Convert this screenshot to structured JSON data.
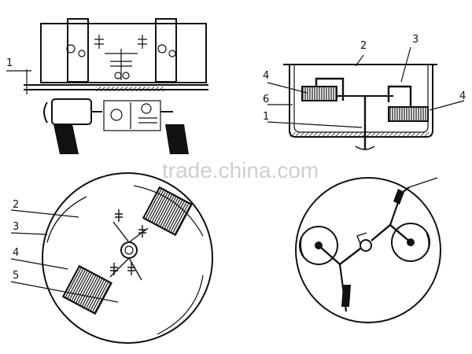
{
  "watermark": "trade.china.com",
  "views": {
    "front_elevation": {
      "callouts": [
        "1"
      ]
    },
    "section": {
      "callouts": [
        "2",
        "3",
        "4",
        "6",
        "1",
        "4"
      ]
    },
    "plan": {
      "callouts": [
        "2",
        "3",
        "4",
        "5"
      ]
    },
    "linkage": {
      "callouts": []
    }
  },
  "colors": {
    "line": "#111111",
    "watermark": "#cfcfcf",
    "background": "#ffffff"
  }
}
